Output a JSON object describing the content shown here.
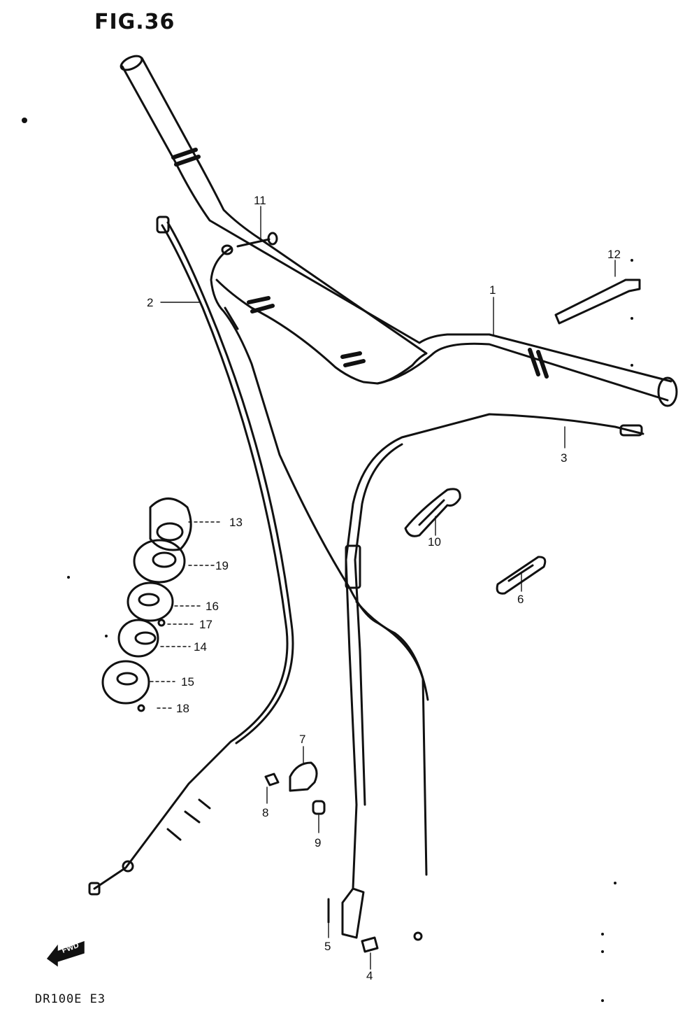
{
  "figure": {
    "title": "FIG.36",
    "model_label": "DR100E E3"
  },
  "callouts": [
    {
      "id": "1",
      "label": "1"
    },
    {
      "id": "2",
      "label": "2"
    },
    {
      "id": "3",
      "label": "3"
    },
    {
      "id": "4",
      "label": "4"
    },
    {
      "id": "5",
      "label": "5"
    },
    {
      "id": "6",
      "label": "6"
    },
    {
      "id": "7",
      "label": "7"
    },
    {
      "id": "8",
      "label": "8"
    },
    {
      "id": "9",
      "label": "9"
    },
    {
      "id": "10",
      "label": "10"
    },
    {
      "id": "11",
      "label": "11"
    },
    {
      "id": "12",
      "label": "12"
    },
    {
      "id": "13",
      "label": "13"
    },
    {
      "id": "14",
      "label": "14"
    },
    {
      "id": "15",
      "label": "15"
    },
    {
      "id": "16",
      "label": "16"
    },
    {
      "id": "17",
      "label": "17"
    },
    {
      "id": "18",
      "label": "18"
    },
    {
      "id": "19",
      "label": "19"
    }
  ],
  "fwd_icon": {
    "label": "FWD",
    "icon": "forward-arrow-icon"
  }
}
